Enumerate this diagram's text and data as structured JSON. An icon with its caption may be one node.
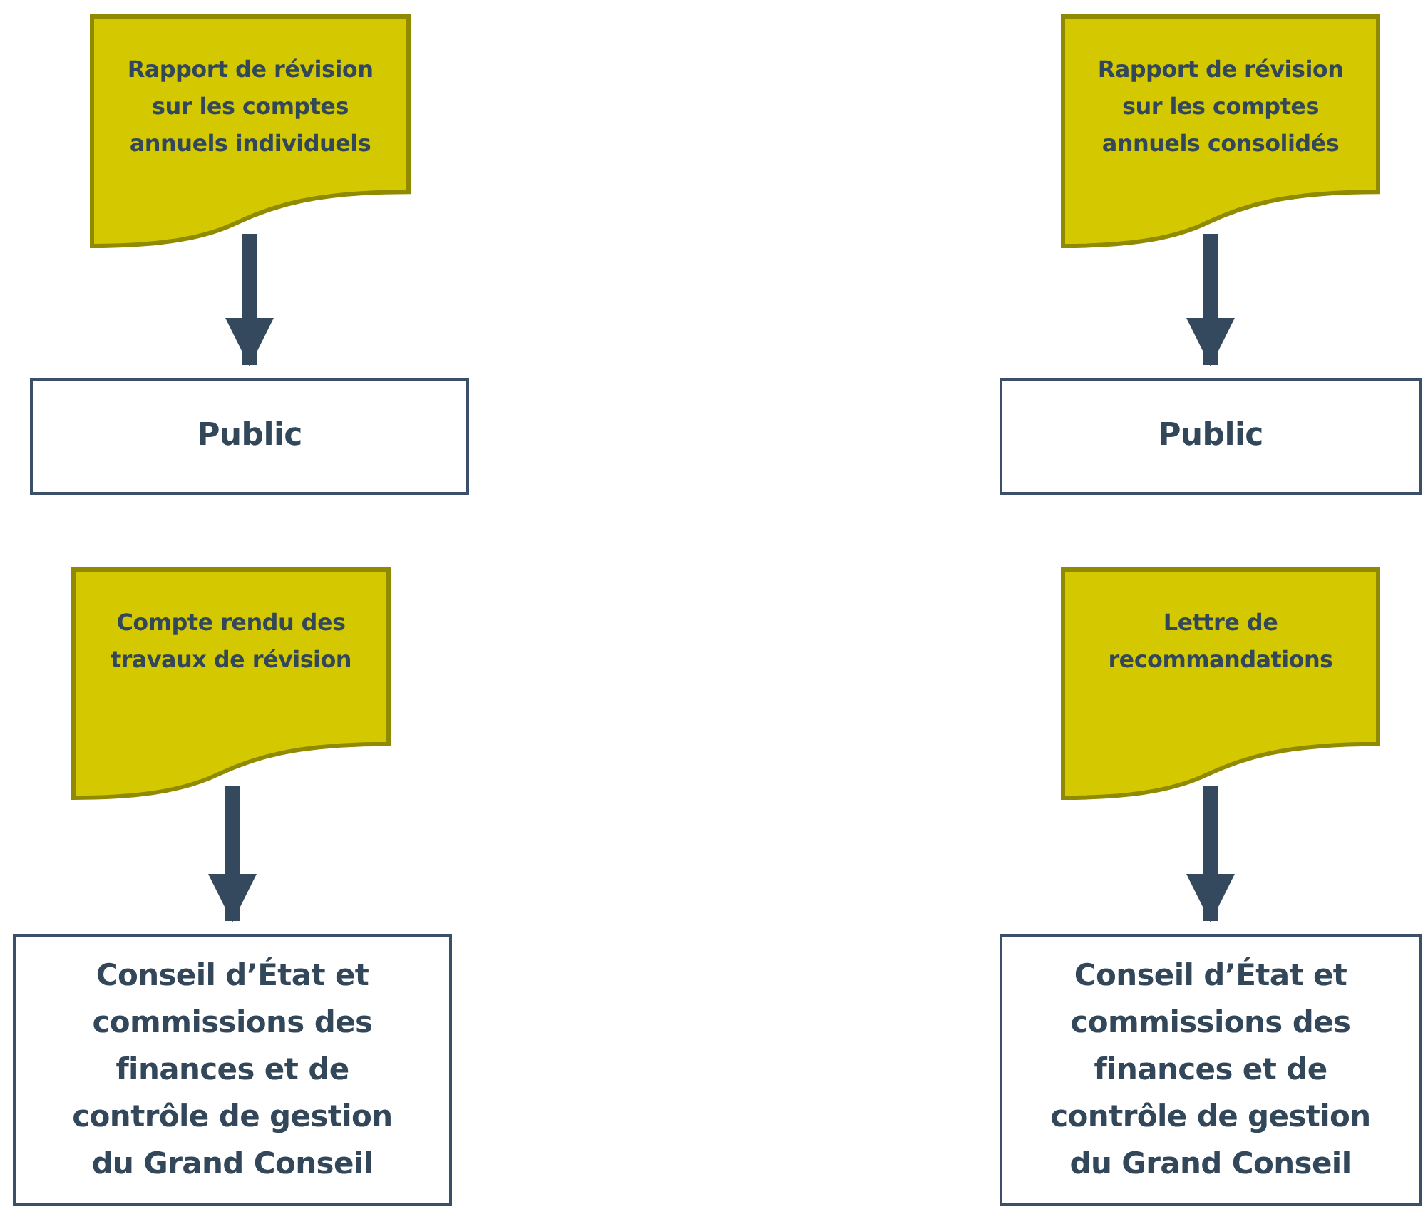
{
  "diagram": {
    "nodes": [
      {
        "text": [
          "Rapport de révision sur les comptes annuels individuels"
        ]
      },
      {
        "text": [
          "Rapport de révision sur les comptes annuels consolidés"
        ]
      },
      {
        "text": [
          "Public"
        ]
      },
      {
        "text": [
          "Public"
        ]
      },
      {
        "text": [
          "Compte rendu des travaux de révision"
        ]
      },
      {
        "text": [
          "Lettre de recommandations"
        ]
      },
      {
        "text": [
          "Conseil d’État et commissions des finances et de contrôle de gestion du Grand Conseil"
        ]
      },
      {
        "text": [
          "Conseil d’État et commissions des finances et de contrôle de gestion du Grand Conseil"
        ]
      }
    ],
    "edges": [
      {
        "from": 0,
        "to": 2,
        "arrow": "to"
      },
      {
        "from": 1,
        "to": 3,
        "arrow": "to"
      },
      {
        "from": 4,
        "to": 6,
        "arrow": "to"
      },
      {
        "from": 5,
        "to": 7,
        "arrow": "to"
      }
    ]
  }
}
